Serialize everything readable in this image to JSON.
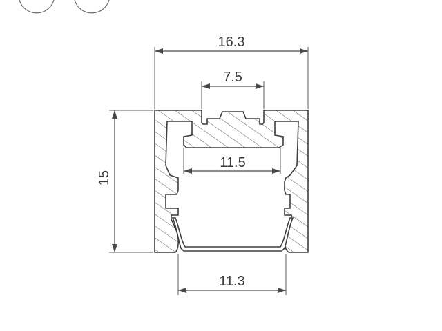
{
  "dimensions": {
    "overall_width": "16.3",
    "slot_width": "7.5",
    "inner_width": "11.5",
    "height": "15",
    "diffuser_width": "11.3"
  }
}
